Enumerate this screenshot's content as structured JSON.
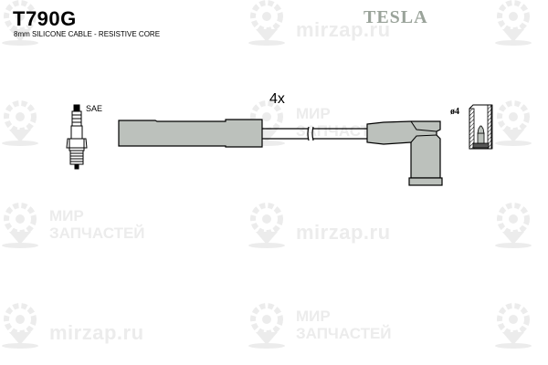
{
  "header": {
    "part_number": "T790G",
    "description": "8mm SILICONE CABLE - RESISTIVE CORE",
    "brand": "TESLA"
  },
  "diagram": {
    "quantity_label": "4x",
    "spark_plug_label": "SAE",
    "terminal_label": "ø4",
    "components": [
      "spark-plug",
      "straight-boot",
      "cable",
      "angled-boot",
      "terminal-detail"
    ],
    "colors": {
      "boot_fill": "#bcc1bc",
      "outline": "#000000",
      "brand_gray": "#9aa39a"
    }
  },
  "watermark": {
    "url": "mirzap.ru",
    "brand_line1": "МИР",
    "brand_line2": "ЗАПЧАСТЕЙ",
    "color": "#ececec"
  }
}
